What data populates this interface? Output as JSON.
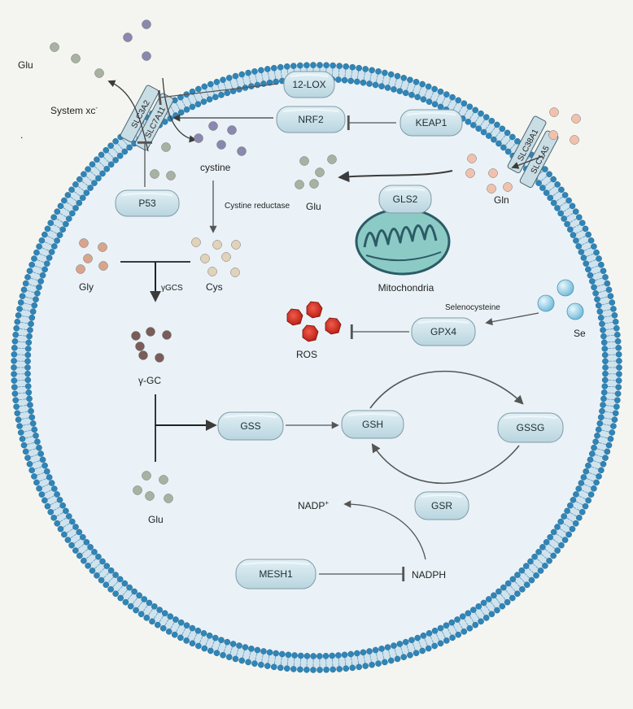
{
  "outside": {
    "glu_label": "Glu",
    "system_label": "System xc",
    "system_sup": "-",
    "dot_label": "."
  },
  "transporters": {
    "xc_heavy": "SLC7A11",
    "xc_light": "SLC3A2",
    "gln_a": "SLC38A1",
    "gln_b": "SLC1A5"
  },
  "enzymes": {
    "lox": "12-LOX",
    "nrf2": "NRF2",
    "keap1": "KEAP1",
    "p53": "P53",
    "gls2": "GLS2",
    "gpx4": "GPX4",
    "gss": "GSS",
    "gsh": "GSH",
    "gssg": "GSSG",
    "gsr": "GSR",
    "mesh1": "MESH1"
  },
  "metabolites": {
    "cystine": "cystine",
    "cystine_reductase": "Cystine reductase",
    "glu_inner": "Glu",
    "gln": "Gln",
    "mitochondria": "Mitochondria",
    "gly": "Gly",
    "cys": "Cys",
    "ygcs": "γGCS",
    "ygc": "γ-GC",
    "selenocysteine": "Selenocysteine",
    "se": "Se",
    "ros": "ROS",
    "glu_bottom": "Glu",
    "nadp": "NADP",
    "nadp_sup": "+",
    "nadph": "NADPH"
  },
  "colors": {
    "background": "#f4f5f0",
    "cytoplasm": "#eaf2f7",
    "membrane_head": "#2f85b8",
    "enzyme_fill": "#cfe4ec",
    "enzyme_stroke": "#7f9aa6",
    "mito_fill": "#8ccac6",
    "ros": "#d92a1e",
    "se": "#a9d9ec",
    "cystine_dot": "#8a88ad",
    "glu_dot": "#a9b2a2",
    "gln_dot": "#f2c1ae",
    "gly_dot": "#d9a48c",
    "cys_dot": "#e1d2b9",
    "ygc_dot": "#7a5d58",
    "arrow": "#3b3b3b"
  }
}
